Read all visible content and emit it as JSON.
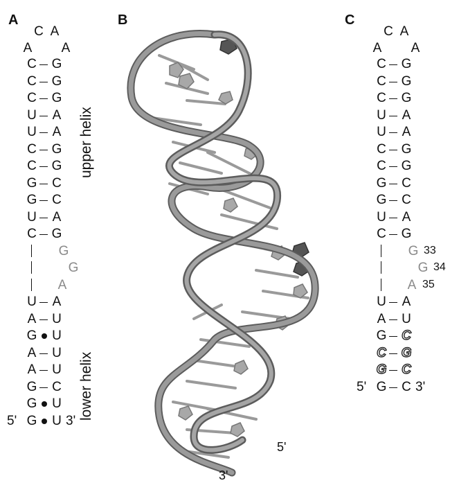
{
  "panels": {
    "a": "A",
    "b": "B",
    "c": "C"
  },
  "loop": {
    "top": [
      "C",
      "A"
    ],
    "sides": [
      "A",
      "A"
    ]
  },
  "pairs_a": [
    {
      "l": "C",
      "r": "G",
      "t": "bond"
    },
    {
      "l": "C",
      "r": "G",
      "t": "bond"
    },
    {
      "l": "C",
      "r": "G",
      "t": "bond"
    },
    {
      "l": "U",
      "r": "A",
      "t": "bond"
    },
    {
      "l": "U",
      "r": "A",
      "t": "bond"
    },
    {
      "l": "C",
      "r": "G",
      "t": "bond"
    },
    {
      "l": "C",
      "r": "G",
      "t": "bond"
    },
    {
      "l": "G",
      "r": "C",
      "t": "bond"
    },
    {
      "l": "G",
      "r": "C",
      "t": "bond"
    },
    {
      "l": "U",
      "r": "A",
      "t": "bond"
    },
    {
      "l": "C",
      "r": "G",
      "t": "bond"
    },
    {
      "l": "",
      "r": "G",
      "t": "bulge"
    },
    {
      "l": "",
      "r": "G",
      "t": "bulge"
    },
    {
      "l": "",
      "r": "A",
      "t": "bulge"
    },
    {
      "l": "U",
      "r": "A",
      "t": "bond"
    },
    {
      "l": "A",
      "r": "U",
      "t": "bond"
    },
    {
      "l": "G",
      "r": "U",
      "t": "wobble"
    },
    {
      "l": "A",
      "r": "U",
      "t": "bond"
    },
    {
      "l": "A",
      "r": "U",
      "t": "bond"
    },
    {
      "l": "G",
      "r": "C",
      "t": "bond"
    },
    {
      "l": "G",
      "r": "U",
      "t": "wobble"
    },
    {
      "l": "G",
      "r": "U",
      "t": "wobble"
    }
  ],
  "pairs_c": [
    {
      "l": "C",
      "r": "G",
      "t": "bond"
    },
    {
      "l": "C",
      "r": "G",
      "t": "bond"
    },
    {
      "l": "C",
      "r": "G",
      "t": "bond"
    },
    {
      "l": "U",
      "r": "A",
      "t": "bond"
    },
    {
      "l": "U",
      "r": "A",
      "t": "bond"
    },
    {
      "l": "C",
      "r": "G",
      "t": "bond"
    },
    {
      "l": "C",
      "r": "G",
      "t": "bond"
    },
    {
      "l": "G",
      "r": "C",
      "t": "bond"
    },
    {
      "l": "G",
      "r": "C",
      "t": "bond"
    },
    {
      "l": "U",
      "r": "A",
      "t": "bond"
    },
    {
      "l": "C",
      "r": "G",
      "t": "bond"
    },
    {
      "l": "",
      "r": "G",
      "t": "bulge",
      "n": "33"
    },
    {
      "l": "",
      "r": "G",
      "t": "bulge",
      "n": "34"
    },
    {
      "l": "",
      "r": "A",
      "t": "bulge",
      "n": "35"
    },
    {
      "l": "U",
      "r": "A",
      "t": "bond"
    },
    {
      "l": "A",
      "r": "U",
      "t": "bond"
    },
    {
      "l": "G",
      "r": "C",
      "t": "bond",
      "mr": true
    },
    {
      "l": "C",
      "r": "G",
      "t": "bond",
      "ml": true,
      "mr": true
    },
    {
      "l": "G",
      "r": "C",
      "t": "bond",
      "ml": true,
      "mr": true
    },
    {
      "l": "G",
      "r": "C",
      "t": "bond"
    }
  ],
  "ends": {
    "five": "5'",
    "three": "3'"
  },
  "labels": {
    "upper": "upper helix",
    "lower": "lower helix"
  },
  "structure_ends": {
    "five": "5'",
    "three": "3'"
  }
}
